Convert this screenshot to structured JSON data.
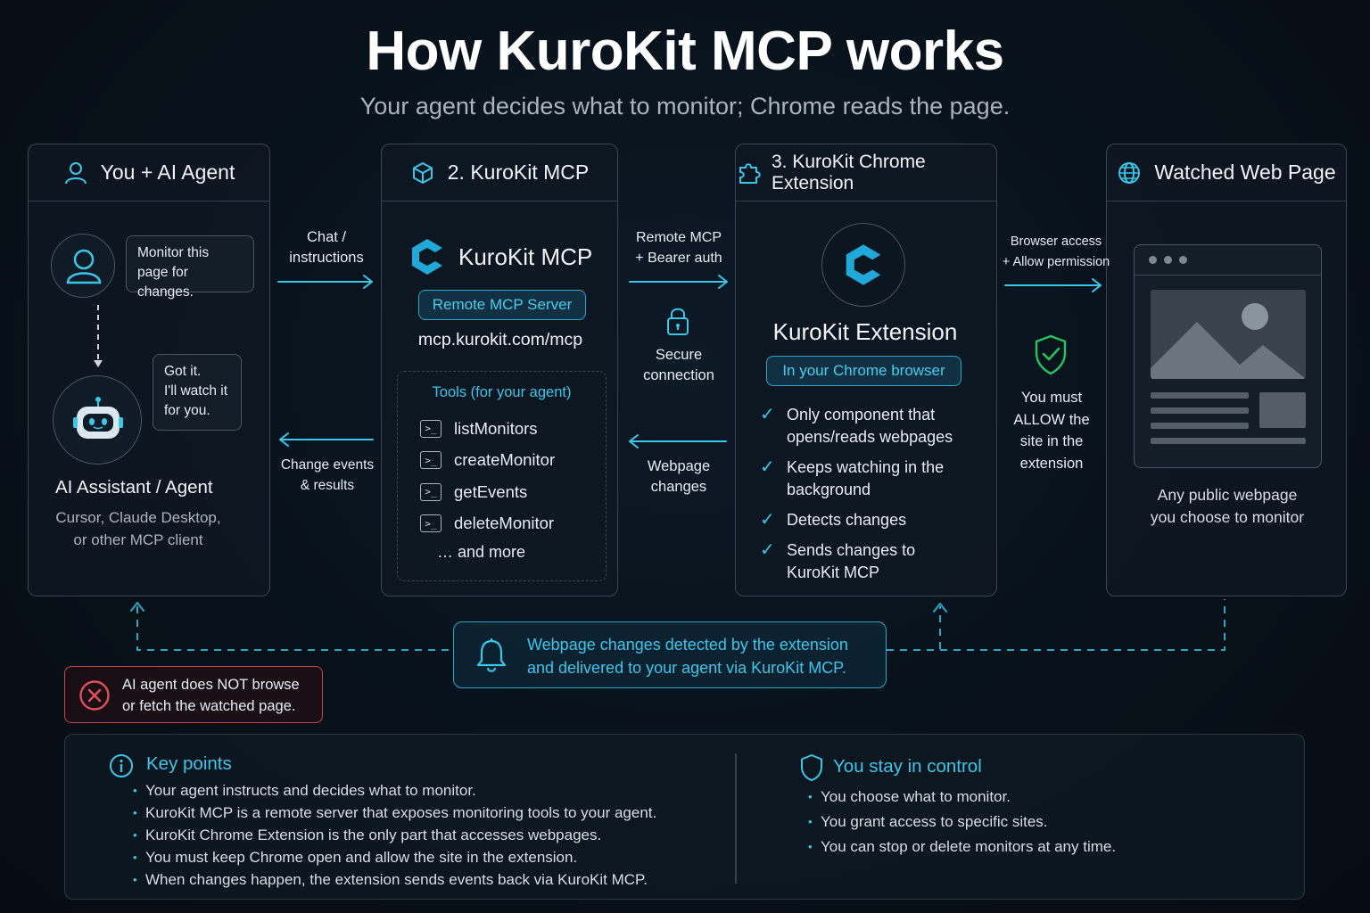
{
  "title": "How KuroKit MCP works",
  "subtitle": "Your agent decides what to monitor; Chrome reads the page.",
  "colors": {
    "accent": "#3cc6ea",
    "danger": "#e0505a",
    "success": "#22c55e",
    "background": "#08111a"
  },
  "cards": {
    "agent": {
      "heading": "You + AI Agent",
      "icon": "user-icon",
      "user_bubble": [
        "Monitor this",
        "page for changes."
      ],
      "agent_bubble": [
        "Got it.",
        "I'll watch it",
        "for you."
      ],
      "agent_title": "AI Assistant / Agent",
      "agent_desc": [
        "Cursor, Claude Desktop,",
        "or other MCP client"
      ]
    },
    "mcp": {
      "heading": "2. KuroKit MCP",
      "icon": "cube-icon",
      "brand": "KuroKit MCP",
      "badge": "Remote MCP Server",
      "url": "mcp.kurokit.com/mcp",
      "tools_title": "Tools (for your agent)",
      "tools": [
        "listMonitors",
        "createMonitor",
        "getEvents",
        "deleteMonitor"
      ],
      "tools_more": "… and more"
    },
    "extension": {
      "heading": "3. KuroKit Chrome Extension",
      "icon": "puzzle-icon",
      "brand": "KuroKit Extension",
      "badge": "In your Chrome browser",
      "features": [
        [
          "Only component that",
          "opens/reads webpages"
        ],
        [
          "Keeps watching in the",
          "background"
        ],
        [
          "Detects changes"
        ],
        [
          "Sends changes to",
          "KuroKit MCP"
        ]
      ]
    },
    "webpage": {
      "heading": "Watched Web Page",
      "icon": "globe-icon",
      "caption": [
        "Any public webpage",
        "you choose to monitor"
      ]
    }
  },
  "flows": {
    "chat": [
      "Chat /",
      "instructions"
    ],
    "events": [
      "Change events",
      "& results"
    ],
    "remote": [
      "Remote MCP",
      "+ Bearer auth"
    ],
    "secure": [
      "Secure",
      "connection"
    ],
    "changes": [
      "Webpage",
      "changes"
    ],
    "browser": [
      "Browser access",
      "+ Allow permission"
    ],
    "allow": [
      "You must",
      "ALLOW the",
      "site in the",
      "extension"
    ]
  },
  "notice": [
    "Webpage changes detected by the extension",
    "and delivered to your agent via KuroKit MCP."
  ],
  "warning": [
    "AI agent does NOT browse",
    "or fetch the watched page."
  ],
  "key_points": {
    "title": "Key points",
    "items": [
      "Your agent instructs and decides what to monitor.",
      "KuroKit MCP is a remote server that exposes monitoring tools to your agent.",
      "KuroKit Chrome Extension is the only part that accesses webpages.",
      "You must keep Chrome open and allow the site in the extension.",
      "When changes happen, the extension sends events back via KuroKit MCP."
    ]
  },
  "control": {
    "title": "You stay in control",
    "items": [
      "You choose what to monitor.",
      "You grant access to specific sites.",
      "You can stop or delete monitors at any time."
    ]
  }
}
